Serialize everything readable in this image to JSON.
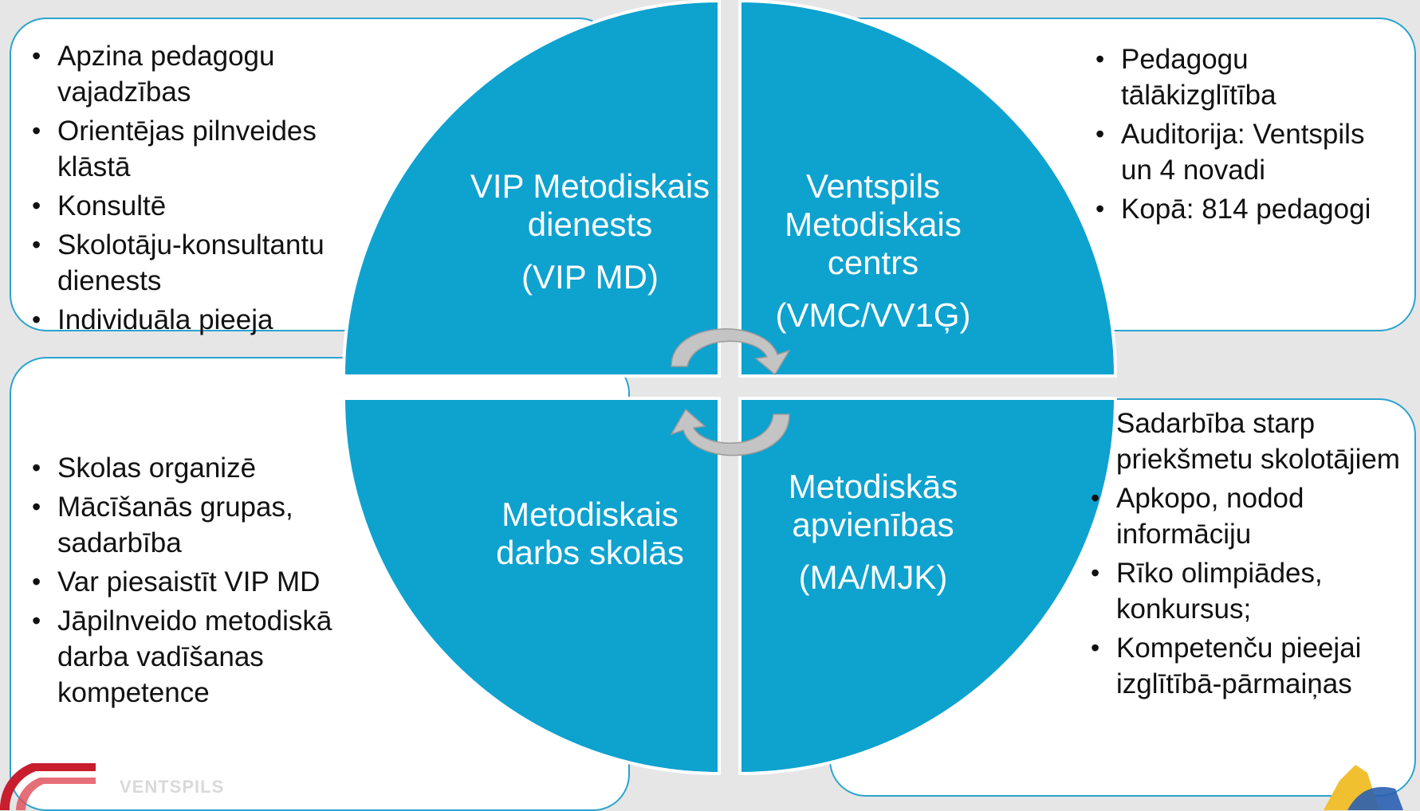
{
  "quadrants": {
    "top_left": {
      "title": "VIP Metodiskais dienests",
      "abbr": "(VIP MD)"
    },
    "top_right": {
      "title": "Ventspils Metodiskais centrs",
      "abbr": "(VMC/VV1Ģ)"
    },
    "bottom_left": {
      "title": "Metodiskais darbs skolās",
      "abbr": ""
    },
    "bottom_right": {
      "title": "Metodiskās apvienības",
      "abbr": "(MA/MJK)"
    }
  },
  "boxes": {
    "top_left": {
      "items": [
        "Apzina pedagogu vajadzības",
        "Orientējas pilnveides klāstā",
        "Konsultē",
        "Skolotāju-konsultantu dienests",
        "Individuāla pieeja"
      ]
    },
    "top_right": {
      "items": [
        "Pedagogu tālākizglītība",
        "Auditorija: Ventspils un 4 novadi",
        "Kopā: 814 pedagogi"
      ]
    },
    "bottom_left": {
      "items": [
        "Skolas organizē",
        "Mācīšanās grupas, sadarbība",
        "Var piesaistīt VIP MD",
        "Jāpilnveido metodiskā darba vadīšanas kompetence"
      ]
    },
    "bottom_right": {
      "lead": "Sadarbība starp priekšmetu skolotājiem",
      "items": [
        "Apkopo, nodod informāciju",
        "Rīko olimpiādes, konkursus;",
        "Kompetenču pieejai izglītībā-pārmaiņas"
      ]
    }
  },
  "logo_text": "VENTSPILS",
  "colors": {
    "accent": "#0ea2cf",
    "box_border": "#2aa3cf",
    "background": "#e6e6e6",
    "arrow": "#bfbfbf"
  },
  "bullet_char": "•"
}
